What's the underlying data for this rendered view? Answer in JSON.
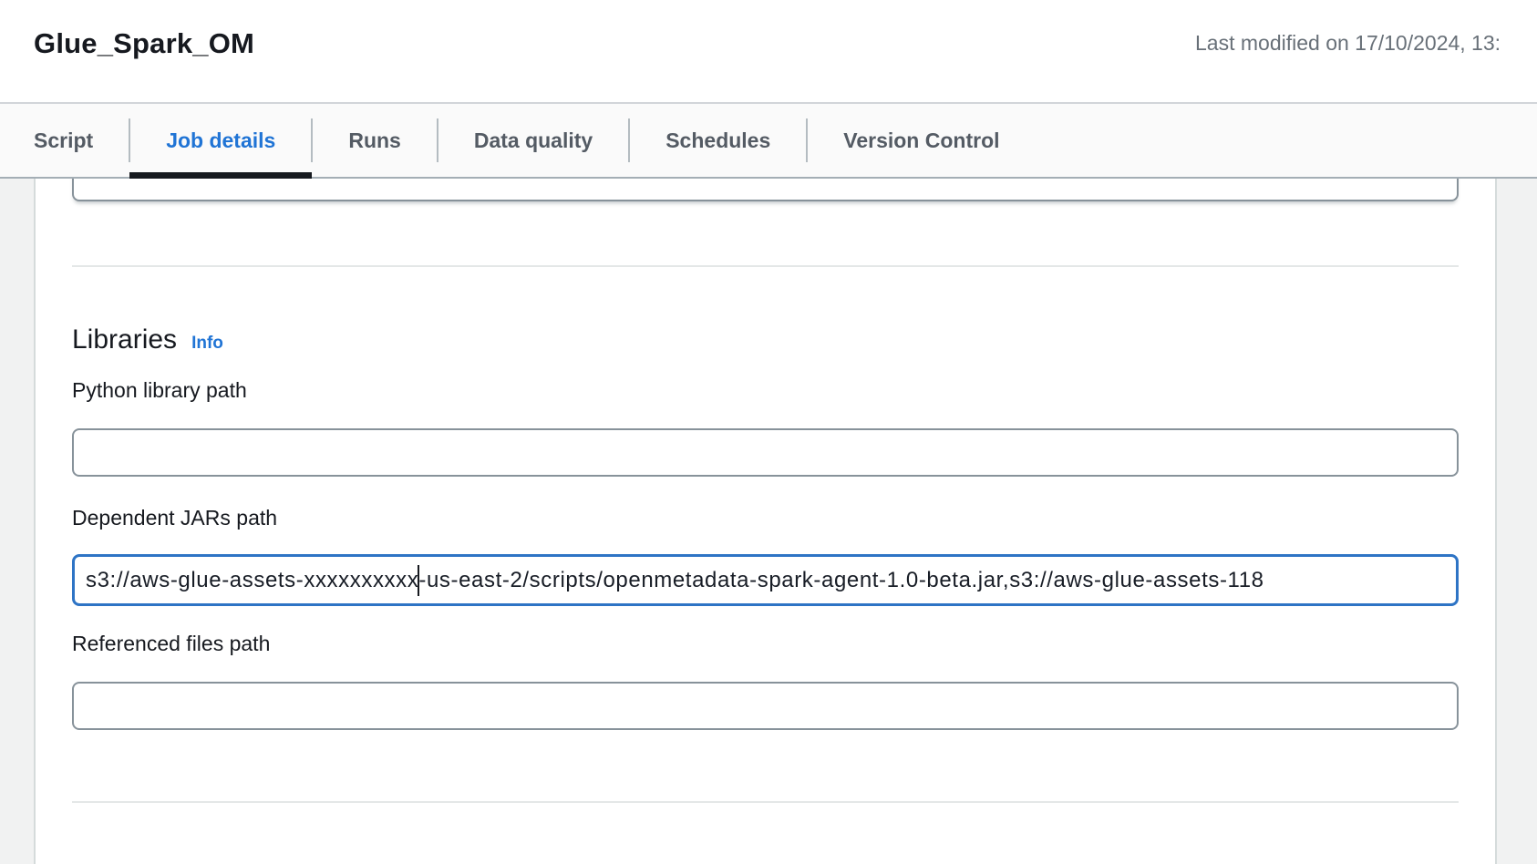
{
  "page": {
    "title": "Glue_Spark_OM",
    "last_modified": "Last modified on 17/10/2024, 13:"
  },
  "tabs": [
    {
      "label": "Script",
      "active": false
    },
    {
      "label": "Job details",
      "active": true
    },
    {
      "label": "Runs",
      "active": false
    },
    {
      "label": "Data quality",
      "active": false
    },
    {
      "label": "Schedules",
      "active": false
    },
    {
      "label": "Version Control",
      "active": false
    }
  ],
  "libraries_section": {
    "heading": "Libraries",
    "info_link": "Info",
    "fields": [
      {
        "label": "Python library path",
        "value": "",
        "focused": false
      },
      {
        "label": "Dependent JARs path",
        "focused": true,
        "value_before_caret": "s3://aws-glue-assets-xxxxxxxxxx",
        "value_after_caret": "-us-east-2/scripts/openmetadata-spark-agent-1.0-beta.jar,s3://aws-glue-assets-118"
      },
      {
        "label": "Referenced files path",
        "value": "",
        "focused": false
      }
    ]
  },
  "colors": {
    "accent_blue": "#2074d5",
    "focus_border": "#2e74c5",
    "active_tab_underline": "#15191e",
    "text_primary": "#16191f",
    "text_secondary": "#687078",
    "tab_inactive": "#545b64",
    "input_border": "#87929a",
    "divider": "#e4e7e7",
    "gutter_bg": "#f1f2f2",
    "tabbar_bg": "#fafafa"
  }
}
